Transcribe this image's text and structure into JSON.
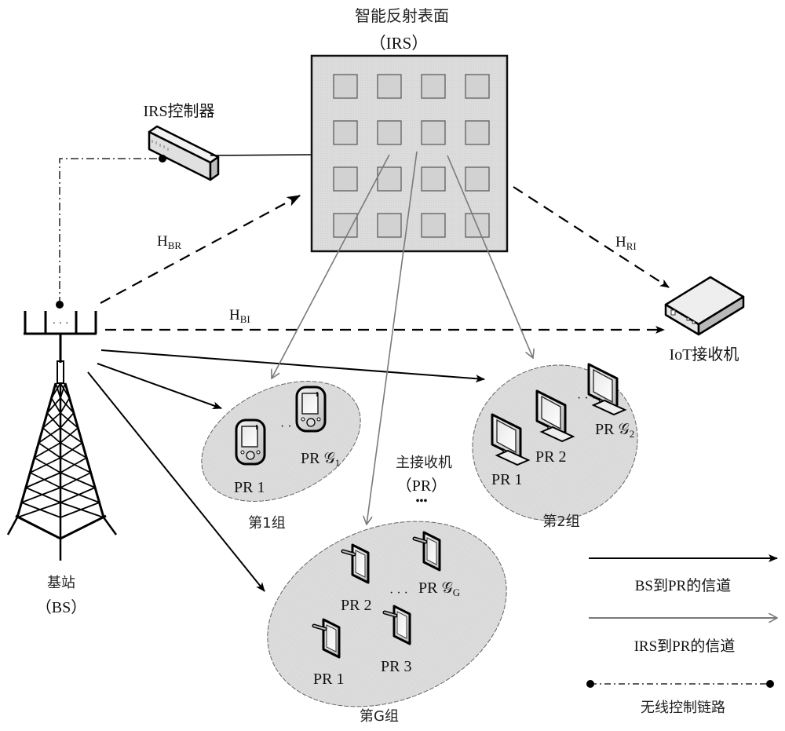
{
  "irs": {
    "title": "智能反射表面",
    "abbr": "（IRS）",
    "grid_rows": 4,
    "grid_cols": 4,
    "fill_color": "#d9d9d9"
  },
  "controller": {
    "label": "IRS控制器"
  },
  "base_station": {
    "label": "基站",
    "abbr": "（BS）",
    "antenna_dots": "· · ·"
  },
  "iot_receiver": {
    "label": "IoT接收机"
  },
  "channels": {
    "h_br": {
      "main": "H",
      "sub": "BR"
    },
    "h_bi": {
      "main": "H",
      "sub": "BI"
    },
    "h_ri": {
      "main": "H",
      "sub": "RI"
    }
  },
  "primary_receivers": {
    "label": "主接收机",
    "abbr": "（PR）",
    "dots": "•••"
  },
  "groups": [
    {
      "name": "第1组",
      "device": "pda",
      "members": [
        {
          "label": "PR 1"
        },
        {
          "label": "PR 𝒢",
          "sub": "1"
        }
      ],
      "ellipsis": "· · ·"
    },
    {
      "name": "第2组",
      "device": "monitor",
      "members": [
        {
          "label": "PR 1"
        },
        {
          "label": "PR 2"
        },
        {
          "label": "PR 𝒢",
          "sub": "2"
        }
      ],
      "ellipsis": "· · ·"
    },
    {
      "name": "第G组",
      "device": "tablet",
      "members": [
        {
          "label": "PR 1"
        },
        {
          "label": "PR 2"
        },
        {
          "label": "PR 3"
        },
        {
          "label": "PR 𝒢",
          "sub": "G"
        }
      ],
      "ellipsis": "· · ·"
    }
  ],
  "legend": [
    {
      "label": "BS到PR的信道",
      "style": "solid-black-arrow",
      "color": "#000000"
    },
    {
      "label": "IRS到PR的信道",
      "style": "solid-gray-open-arrow",
      "color": "#7a7a7a"
    },
    {
      "label": "无线控制链路",
      "style": "dash-dot-with-dots",
      "color": "#000000"
    }
  ],
  "colors": {
    "ellipse_fill": "#e4e4e4",
    "ellipse_stroke": "#666666",
    "gray_arrow": "#7a7a7a",
    "black": "#000000"
  }
}
